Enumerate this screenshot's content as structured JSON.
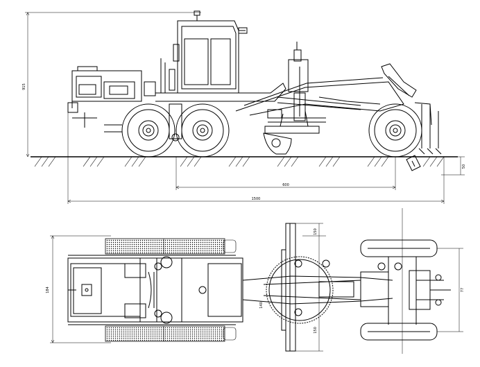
{
  "dimensions": {
    "overall_height": "915",
    "ground_clearance": "50",
    "wheelbase": "600",
    "overall_length": "1500",
    "blade_extension": "150",
    "blade_offset_right": "140",
    "blade_offset_left": "150",
    "overall_width": "184",
    "front_track": "77"
  }
}
